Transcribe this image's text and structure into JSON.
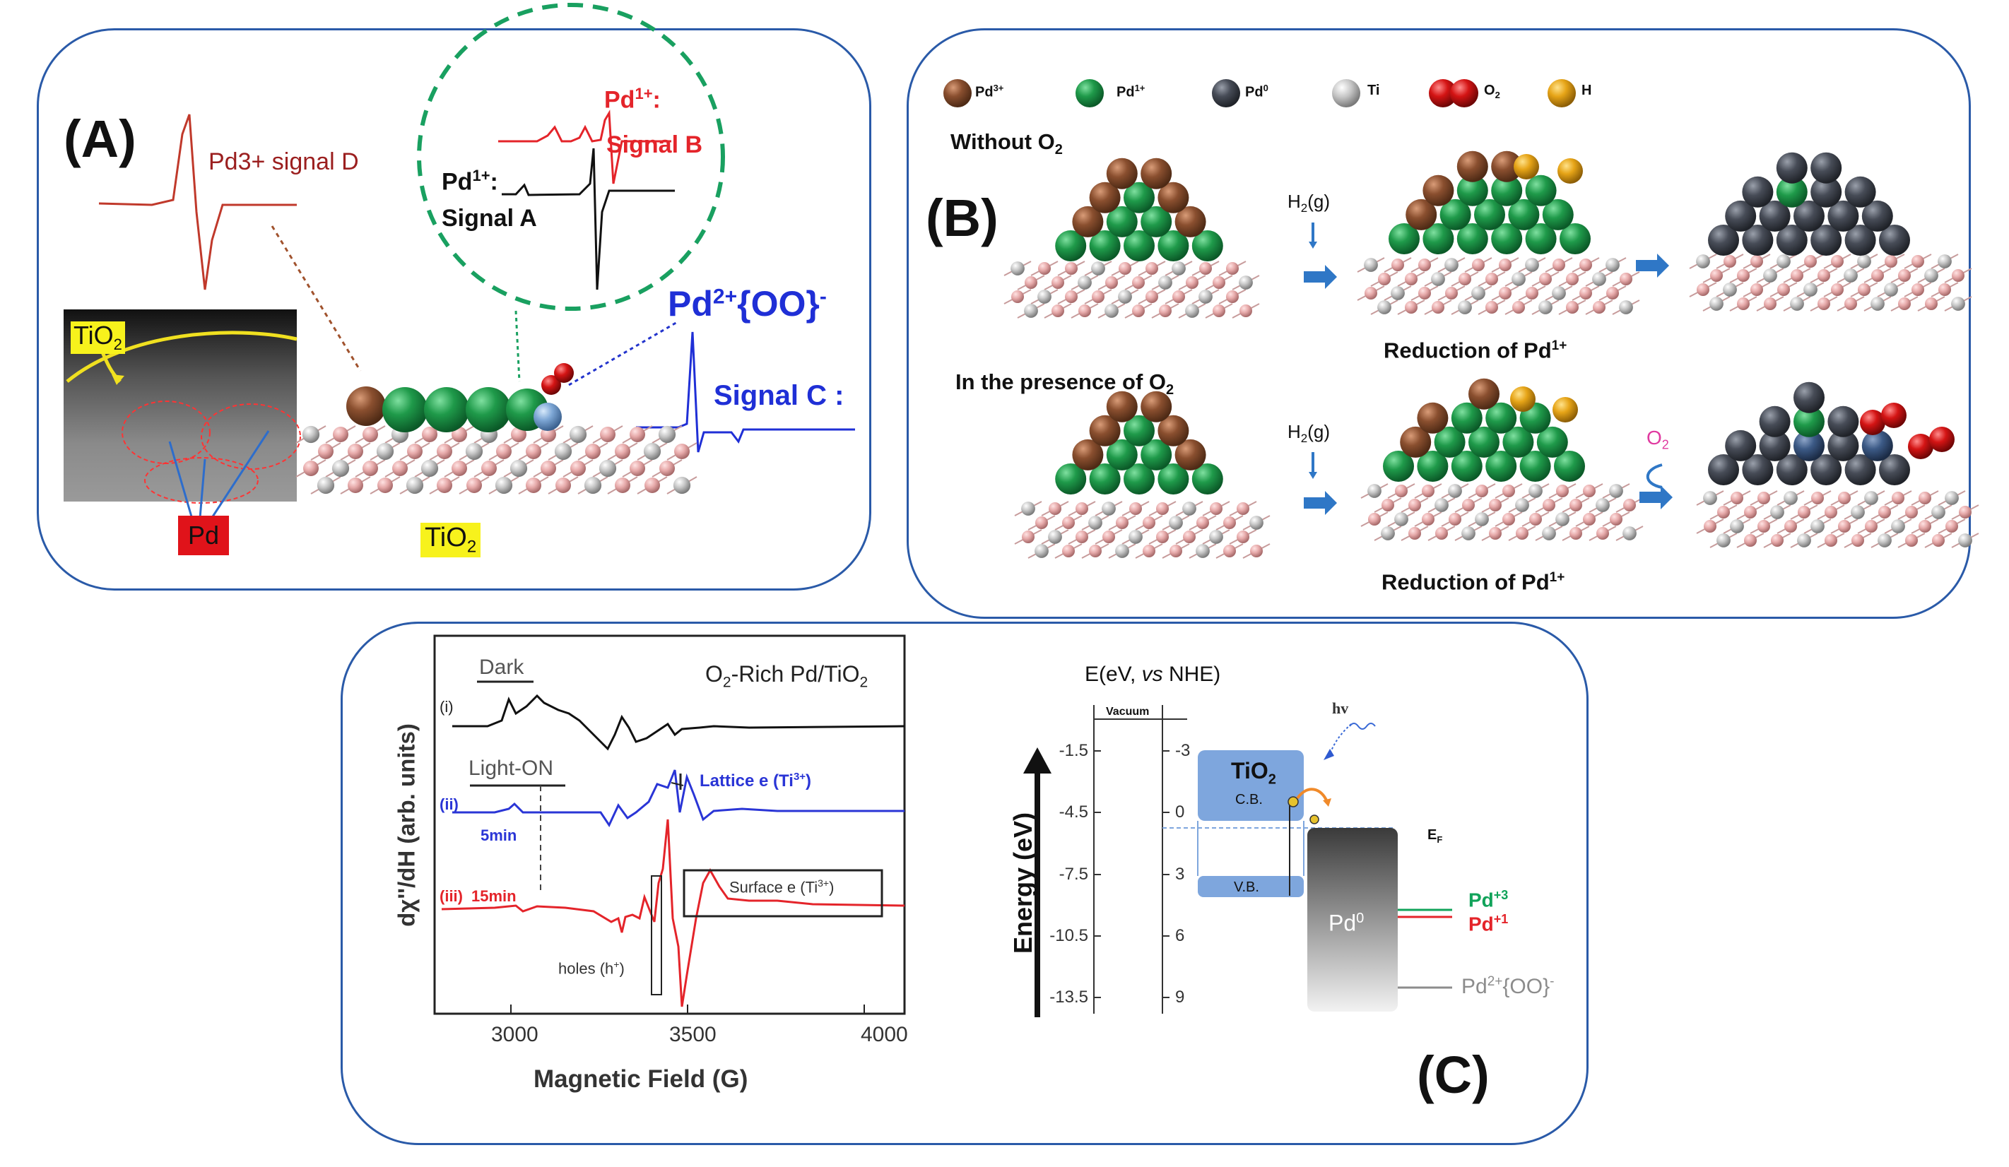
{
  "panelA": {
    "label": "(A)",
    "pd3_signal": "Pd3+ signal D",
    "pd1_b_prefix": "Pd",
    "pd1_b_sup": "1+",
    "pd1_b_colon": ":",
    "signal_b": "Signal B",
    "pd1_a_prefix": "Pd",
    "pd1_a_sup": "1+",
    "pd1_a_colon": ":",
    "signal_a": "Signal A",
    "tio2_inset": "TiO",
    "tio2_inset_sub": "2",
    "pd_label": "Pd",
    "tio2_bottom": "TiO",
    "tio2_bottom_sub": "2",
    "pd2_prefix": "Pd",
    "pd2_sup": "2+",
    "pd2_suffix": "{OO}",
    "pd2_minus": "-",
    "signal_c": "Signal C :"
  },
  "panelB": {
    "label": "(B)",
    "legend": [
      {
        "name": "Pd",
        "sup": "3+",
        "color": "#8a4f2f"
      },
      {
        "name": "Pd",
        "sup": "1+",
        "color": "#1f9a4a"
      },
      {
        "name": "Pd",
        "sup": "0",
        "color": "#474c57"
      },
      {
        "name": "Ti",
        "sup": "",
        "color": "#b9b9b9"
      },
      {
        "name": "O",
        "sup": "2",
        "color": "#d41414"
      },
      {
        "name": "H",
        "sup": "",
        "color": "#e6a417"
      }
    ],
    "without_o2": "Without O",
    "without_o2_sub": "2",
    "presence_o2": "In the presence of O",
    "presence_o2_sub": "2",
    "h2g_top": "H",
    "h2g_top_sub": "2",
    "h2g_top_suffix": "(g)",
    "h2g_bottom": "H",
    "h2g_bottom_sub": "2",
    "h2g_bottom_suffix": "(g)",
    "o2_arrow": "O",
    "o2_arrow_sub": "2",
    "reduction_top": "Reduction of Pd",
    "reduction_top_sup": "1+",
    "reduction_bottom": "Reduction of Pd",
    "reduction_bottom_sup": "1+"
  },
  "panelC": {
    "label": "(C)",
    "epr": {
      "title_prefix": "O",
      "title_sub": "2",
      "title_mid": "-Rich Pd/TiO",
      "title_sub2": "2",
      "ylabel": "dχ''/dH (arb. units)",
      "xlabel": "Magnetic Field (G)",
      "xticks": [
        "3000",
        "3500",
        "4000"
      ],
      "dark": "Dark",
      "light_on": "Light-ON",
      "trace_i": "(i)",
      "trace_ii": "(ii)",
      "trace_iii": "(iii)",
      "t5": "5min",
      "t15": "15min",
      "lattice": "Lattice e (Ti",
      "lattice_sup": "3+",
      "lattice_end": ")",
      "surface": "Surface e (Ti",
      "surface_sup": "3+",
      "surface_end": ")",
      "holes": "holes (h",
      "holes_sup": "+",
      "holes_end": ")"
    },
    "band": {
      "title_a": "E(eV, ",
      "title_vs": "vs",
      "title_b": " NHE)",
      "vacuum": "Vacuum",
      "left_ticks": [
        "-1.5",
        "-4.5",
        "-7.5",
        "-10.5",
        "-13.5"
      ],
      "right_ticks": [
        "-3",
        "0",
        "3",
        "6",
        "9"
      ],
      "ylabel": "Energy (eV)",
      "hv": "hv",
      "tio2": "TiO",
      "tio2_sub": "2",
      "cb": "C.B.",
      "vb": "V.B.",
      "ef": "E",
      "ef_sub": "F",
      "pd0": "Pd",
      "pd0_sup": "0",
      "pd3": "Pd",
      "pd3_sup": "+3",
      "pd1": "Pd",
      "pd1_sup": "+1",
      "pd2oo": "Pd",
      "pd2oo_sup": "2+",
      "pd2oo_end": "{OO}",
      "pd2oo_minus": "-",
      "colors": {
        "pd3": "#11a35a",
        "pd1": "#e4242a",
        "pd2oo": "#8c8c8c",
        "cb": "#7ea6dd"
      }
    }
  }
}
